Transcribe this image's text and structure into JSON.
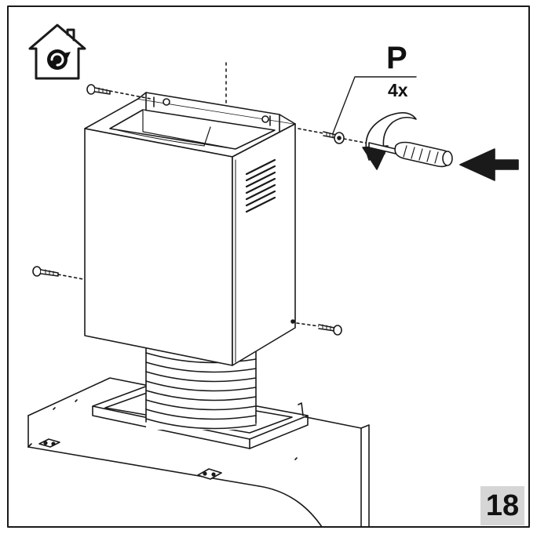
{
  "figure": {
    "part_letter": "P",
    "quantity": "4x",
    "step_number": "18"
  },
  "icons": {
    "house": "house-recirculation-icon",
    "arrow": "push-arrow-icon",
    "screwdriver": "screwdriver-icon",
    "rotation": "rotation-arrow-icon"
  },
  "colors": {
    "line": "#1a1a1a",
    "step_box": "#d6d6d6"
  }
}
